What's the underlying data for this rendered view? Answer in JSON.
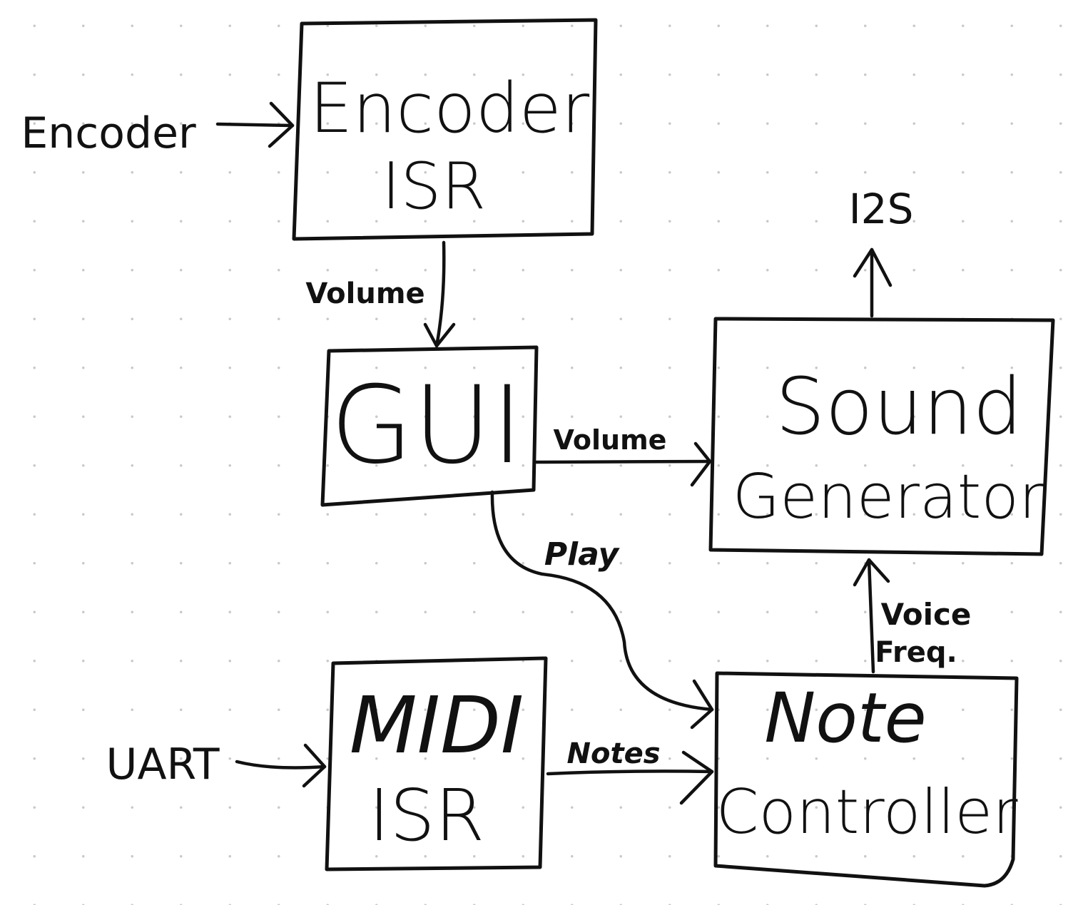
{
  "diagram": {
    "nodes": {
      "encoder_isr": {
        "line1": "Encoder",
        "line2": "ISR"
      },
      "gui": {
        "line1": "GUI"
      },
      "sound_generator": {
        "line1": "Sound",
        "line2": "Generator"
      },
      "midi_isr": {
        "line1": "MIDI",
        "line2": "ISR"
      },
      "note_controller": {
        "line1": "Note",
        "line2": "Controller"
      }
    },
    "external": {
      "encoder": "Encoder",
      "uart": "UART",
      "i2s": "I2S"
    },
    "edges": {
      "encoder_to_gui": "Volume",
      "gui_to_sound": "Volume",
      "gui_to_note": "Play",
      "midi_to_note": "Notes",
      "note_to_sound_line1": "Voice",
      "note_to_sound_line2": "Freq."
    }
  }
}
